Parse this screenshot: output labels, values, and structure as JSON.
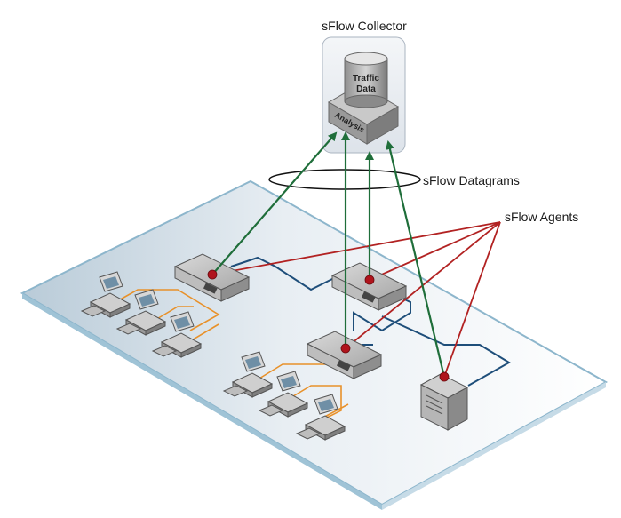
{
  "collector": {
    "title": "sFlow Collector",
    "db_label_line1": "Traffic",
    "db_label_line2": "Data",
    "analysis_label": "Analysis"
  },
  "labels": {
    "datagrams": "sFlow Datagrams",
    "agents": "sFlow Agents"
  },
  "colors": {
    "sflow_link": "#1f6e3a",
    "agent_link": "#b22222",
    "network_link": "#1e4e7a",
    "lan_link": "#e8912a",
    "agent_dot": "#b0141c",
    "plane_edge": "#8db6cc"
  },
  "icons": [
    "switch-icon",
    "workstation-icon",
    "server-icon",
    "database-icon"
  ]
}
